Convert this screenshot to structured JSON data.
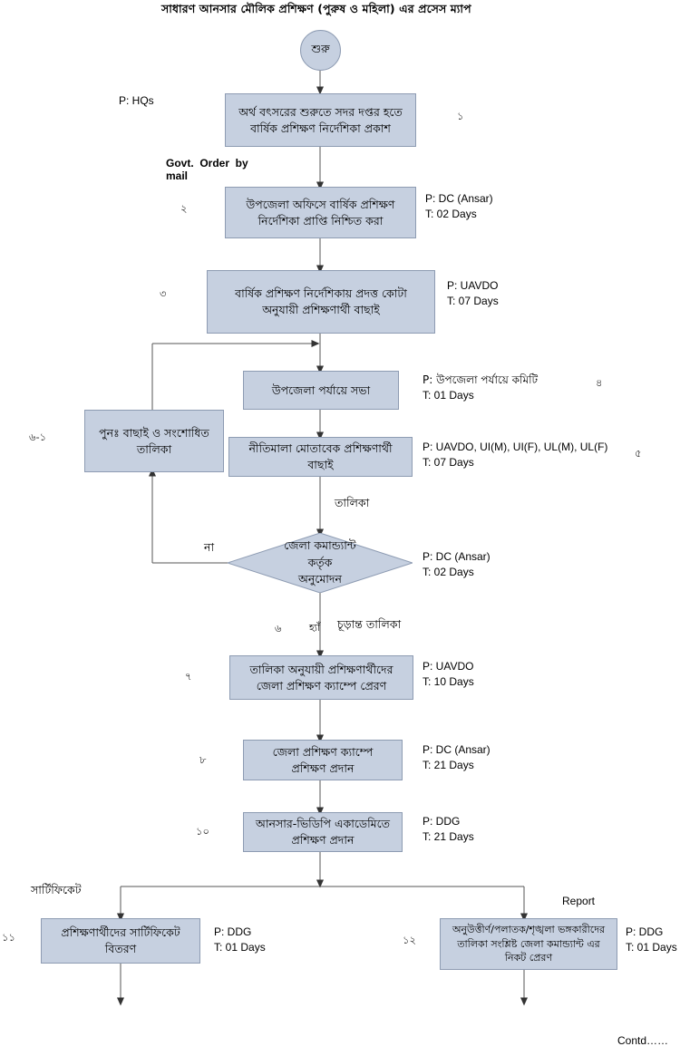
{
  "page": {
    "title": "সাধারণ আনসার মৌলিক প্রশিক্ষণ (পুরুষ ও মহিলা) এর প্রসেস ম্যাপ",
    "footer_note": "Contd……",
    "box_fill": "#c6d0e0",
    "box_border": "#8d9bb2",
    "line_color": "#555555"
  },
  "nodes": {
    "start": {
      "label": "শুরু"
    },
    "n1": {
      "text": "অর্থ বৎসরের শুরুতে সদর দপ্তর হতে বার্ষিক প্রশিক্ষণ নির্দেশিকা প্রকাশ",
      "line1": "অর্থ বৎসরের শুরুতে সদর দপ্তর হতে",
      "line2": "বার্ষিক প্রশিক্ষণ নির্দেশিকা প্রকাশ",
      "step": "১",
      "person": "P: HQs"
    },
    "n2": {
      "line1": "উপজেলা অফিসে বার্ষিক প্রশিক্ষণ",
      "line2": "নির্দেশিকা প্রাপ্তি নিশ্চিত করা",
      "step": "২",
      "person": "P: DC (Ansar)",
      "time": "T: 02 Days"
    },
    "n3": {
      "line1": "বার্ষিক প্রশিক্ষণ নির্দেশিকায় প্রদত্ত কোটা",
      "line2": "অনুযায়ী প্রশিক্ষণার্থী বাছাই",
      "step": "৩",
      "person": "P: UAVDO",
      "time": "T: 07 Days"
    },
    "n4": {
      "line1": "উপজেলা পর্যায়ে সভা",
      "step": "৪",
      "person": "P: উপজেলা পর্যায়ে কমিটি",
      "time": "T: 01 Days"
    },
    "n5": {
      "line1": "নীতিমালা মোতাবেক প্রশিক্ষণার্থী",
      "line2": "বাছাই",
      "step": "৫",
      "person": "P: UAVDO, UI(M), UI(F), UL(M), UL(F)",
      "time": "T: 07 Days"
    },
    "n6_1": {
      "line1": "পুনঃ  বাছাই ও সংশোধিত",
      "line2": "তালিকা",
      "step": "৬-১"
    },
    "decision": {
      "line1": "জেলা কমান্ড্যান্ট",
      "line2": "কর্তৃক",
      "line3": "অনুমোদন",
      "step": "৬",
      "person": "P: DC (Ansar)",
      "time": "T: 02 Days",
      "yes_label": "হ্যাঁ",
      "no_label": "না",
      "in_label": "তালিকা",
      "out_label": "চূড়ান্ত তালিকা"
    },
    "n7": {
      "line1": "তালিকা অনুযায়ী প্রশিক্ষণার্থীদের",
      "line2": "জেলা প্রশিক্ষণ ক্যাম্পে প্রেরণ",
      "step": "৭",
      "person": "P: UAVDO",
      "time": "T: 10 Days"
    },
    "n8": {
      "line1": "জেলা প্রশিক্ষণ ক্যাম্পে",
      "line2": "প্রশিক্ষণ প্রদান",
      "step": "৮",
      "person": "P: DC (Ansar)",
      "time": "T: 21 Days"
    },
    "n10": {
      "line1": "আনসার-ভিডিপি একাডেমিতে",
      "line2": "প্রশিক্ষণ প্রদান",
      "step": "১০",
      "person": "P: DDG",
      "time": "T: 21 Days"
    },
    "n11": {
      "line1": "প্রশিক্ষণার্থীদের  সার্টিফিকেট",
      "line2": "বিতরণ",
      "step": "১১",
      "person": "P: DDG",
      "time": "T: 01 Days",
      "branch_label": "সার্টিফিকেট"
    },
    "n12": {
      "line1": "অনুউত্তীর্ণ/পলাতক/শৃঙ্খলা ভঙ্গকারীদের",
      "line2": "তালিকা সংশ্লিষ্ট  জেলা কমান্ড্যান্ট এর",
      "line3": "নিকট প্রেরণ",
      "step": "১২",
      "person": "P: DDG",
      "time": "T: 01 Days",
      "branch_label": "Report"
    }
  },
  "edge_labels": {
    "govt_order": "Govt.  Order  by\nmail"
  }
}
